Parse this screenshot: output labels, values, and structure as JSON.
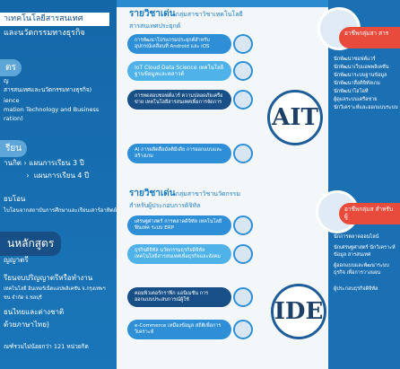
{
  "left": {
    "banner_title_1": "าเทคโนโลยีสารสนเทศ",
    "banner_title_2": "และนวัตกรรมทางธุรกิจ",
    "section_1": "ตร",
    "degree_lines": [
      "ญ",
      "สารสนเทศและนวัตกรรมทางธุรกิจ)",
      "ience",
      "mation Technology and Business",
      "ration)"
    ],
    "section_2": "รียน",
    "plan_lines": [
      "านกิต  ›  แผนการเรียน 3 ปี",
      "          ›  แผนการเรียน 4 ปี"
    ],
    "transfer_lines": [
      "ยบโอน",
      "ไบโอนจากสถาบันการศึกษาและเรียนเสาร์อาทิตย์"
    ],
    "section_3": "นหลักสูตร",
    "requirements": [
      "ญญาตรี",
      "รียนจบปริญญาตรีหรือทำงาน",
      "เทคโนโลยี อินเทอร์เน็ตแอปพลิเคชัน จ.กรุงเทพฯ",
      "ชน จำกัด จ.ชลบุรี",
      "ยนไทยและต่างชาติ",
      "ด้วยภาษาไทย)",
      "ณฑ์รวมไม่น้อยกว่า 121 หน่วยกิต"
    ]
  },
  "center": {
    "ait_title": "รายวิชาเด่น",
    "ait_title_small": "กลุ่มสาขาวิชาเทคโนโลยี",
    "ait_subtitle": "สารสนเทศประยุกต์",
    "ait_pills": [
      "การพัฒนาโปรแกรมประยุกต์สำหรับอุปกรณ์เคลื่อนที่ Android และ iOS",
      "IoT  Cloud  Data Science เทคโนโลยีฐานข้อมูลและคลาวด์",
      "การทดสอบซอฟต์แวร์ ความปลอดภัยเครือข่าย เทคโนโลยีสารสนเทศเพื่อการจัดการ",
      "AI การผลิตสื่อมัลติมีเดีย การออกแบบและสร้างเกม"
    ],
    "ait_emblem": "AIT",
    "ide_title": "รายวิชาเด่น",
    "ide_title_small": "กลุ่มสาขาวิชานวัตกรรม",
    "ide_subtitle": "สำหรับผู้ประกอบการดิจิทัล",
    "ide_pills": [
      "เศรษฐศาสตร์ การตลาดดิจิทัล เทคโนโลยีฟินเทค ระบบ ERP",
      "ธุรกิจดิจิทัล นวัตกรรมธุรกิจดิจิทัล เทคโนโลยีสารสนเทศเพื่อธุรกิจและสังคม",
      "คอมพิวเตอร์กราฟิก แอนิเมชัน การออกแบบประสบการณ์ผู้ใช้",
      "e-Commerce เหมืองข้อมูล สถิติเพื่อการวิเคราะห์"
    ],
    "ide_emblem": "IDE"
  },
  "right": {
    "ait_head": "อาชีพกลุ่มสา สาร",
    "ait_items": [
      "นักพัฒนาซอฟต์แวร์",
      "นักพัฒนาเว็บแอพพลิเคชัน",
      "นักพัฒนาระบบฐานข้อมูล",
      "นักพัฒนาสื่อดิจิทัลเกม",
      "นักพัฒนาไอโอที",
      "ผู้ดูแลระบบเครือข่าย",
      "นักวิเคราะห์และออกแบบระบบ"
    ],
    "ide_head": "อาชีพกลุ่มส สำหรับผู้",
    "ide_items": [
      "นักการตลาดออนไลน์",
      "นักเศรษฐศาสตร์ นักวิเคราะห์ข้อมูล สารสนเทศ",
      "ผู้ออกแบบและพัฒนาระบบธุรกิจ เพื่อการวางแผน",
      "ผู้ประกอบธุรกิจดิจิทัล"
    ]
  },
  "colors": {
    "accent_blue": "#1a7bc6",
    "accent_red": "#e84b3c",
    "dark_navy": "#174f86"
  },
  "icons": [
    "mobile-icon",
    "cloud-icon",
    "shield-icon",
    "ai-chip-icon",
    "chart-icon",
    "handshake-icon",
    "graphics-icon",
    "cart-icon"
  ]
}
